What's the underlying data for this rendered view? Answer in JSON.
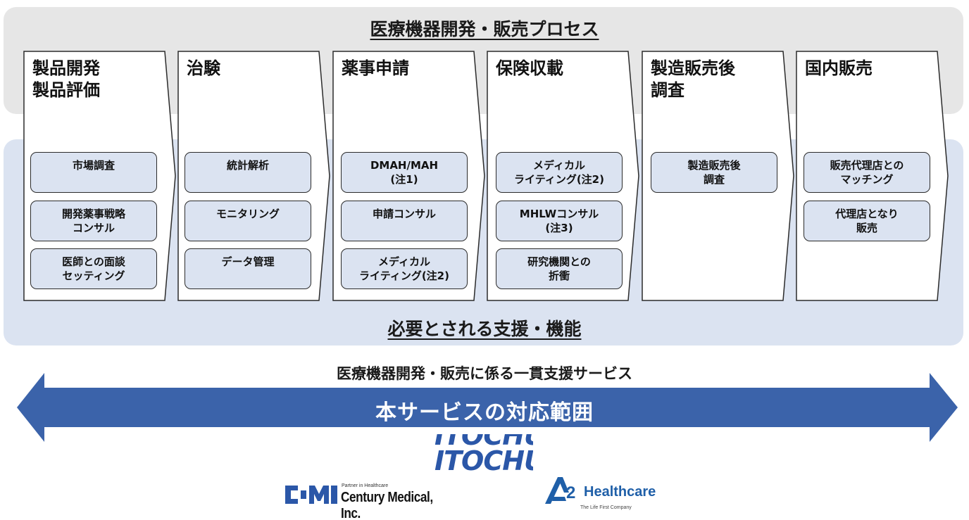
{
  "header": {
    "title": "医療機器開発・販売プロセス"
  },
  "stages": [
    {
      "title": "製品開発\n製品評価",
      "items": [
        "市場調査",
        "開発薬事戦略\nコンサル",
        "医師との面談\nセッティング"
      ]
    },
    {
      "title": "治験",
      "items": [
        "統計解析",
        "モニタリング",
        "データ管理"
      ]
    },
    {
      "title": "薬事申請",
      "items": [
        "DMAH/MAH\n(注1)",
        "申請コンサル",
        "メディカル\nライティング(注2)"
      ]
    },
    {
      "title": "保険収載",
      "items": [
        "メディカル\nライティング(注2)",
        "MHLWコンサル\n(注3)",
        "研究機関との\n折衝"
      ]
    },
    {
      "title": "製造販売後\n調査",
      "items": [
        "製造販売後\n調査"
      ]
    },
    {
      "title": "国内販売",
      "items": [
        "販売代理店との\nマッチング",
        "代理店となり\n販売"
      ]
    }
  ],
  "support": {
    "title": "必要とされる支援・機能"
  },
  "service": {
    "caption": "医療機器開発・販売に係る一貫支援サービス",
    "arrow_label": "本サービスの対応範囲"
  },
  "logos": {
    "itochu": "ITOCHU",
    "cmi_partner": "Partner in Healthcare",
    "cmi_name": "Century Medical, Inc.",
    "a2_name": "Healthcare",
    "a2_tagline": "The Life First Company"
  },
  "colors": {
    "top_band": "#e6e6e6",
    "support_band": "#dbe3f1",
    "arrow": "#3b63aa",
    "item_fill": "#dbe3f1",
    "logo_blue": "#2b57a8"
  }
}
